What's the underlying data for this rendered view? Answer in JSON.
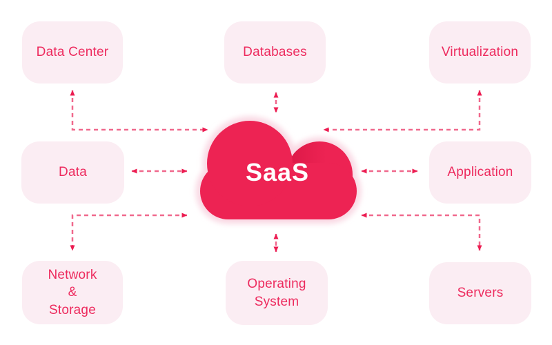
{
  "diagram": {
    "type": "saas-architecture-cloud-diagram",
    "center": {
      "label": "SaaS"
    },
    "nodes": [
      {
        "id": "data-center",
        "label": "Data Center",
        "position": "top-left"
      },
      {
        "id": "databases",
        "label": "Databases",
        "position": "top-center"
      },
      {
        "id": "virtualization",
        "label": "Virtualization",
        "position": "top-right"
      },
      {
        "id": "data",
        "label": "Data",
        "position": "middle-left"
      },
      {
        "id": "application",
        "label": "Application",
        "position": "middle-right"
      },
      {
        "id": "network-storage",
        "label": "Network\n&\nStorage",
        "position": "bottom-left"
      },
      {
        "id": "operating-system",
        "label": "Operating\nSystem",
        "position": "bottom-center"
      },
      {
        "id": "servers",
        "label": "Servers",
        "position": "bottom-right"
      }
    ],
    "connectors": [
      {
        "from": "data-center",
        "to": "cloud",
        "style": "dashed",
        "arrows": "both",
        "shape": "elbow"
      },
      {
        "from": "databases",
        "to": "cloud",
        "style": "dashed",
        "arrows": "both",
        "shape": "straight"
      },
      {
        "from": "virtualization",
        "to": "cloud",
        "style": "dashed",
        "arrows": "both",
        "shape": "elbow"
      },
      {
        "from": "data",
        "to": "cloud",
        "style": "dashed",
        "arrows": "both",
        "shape": "straight"
      },
      {
        "from": "application",
        "to": "cloud",
        "style": "dashed",
        "arrows": "both",
        "shape": "straight"
      },
      {
        "from": "network-storage",
        "to": "cloud",
        "style": "dashed",
        "arrows": "both",
        "shape": "elbow"
      },
      {
        "from": "operating-system",
        "to": "cloud",
        "style": "dashed",
        "arrows": "both",
        "shape": "straight"
      },
      {
        "from": "servers",
        "to": "cloud",
        "style": "dashed",
        "arrows": "both",
        "shape": "elbow"
      }
    ],
    "colors": {
      "cloud": "#ED2353",
      "cloud_shade": "#DC1847",
      "cloud_glow": "#F9D9E4",
      "cloud_text": "#FFFFFF",
      "node_bg": "#FBEDF3",
      "node_text": "#ED2B5E",
      "connector": "#F0688C",
      "arrowhead": "#EC1C51",
      "background": "#FFFFFF"
    }
  }
}
